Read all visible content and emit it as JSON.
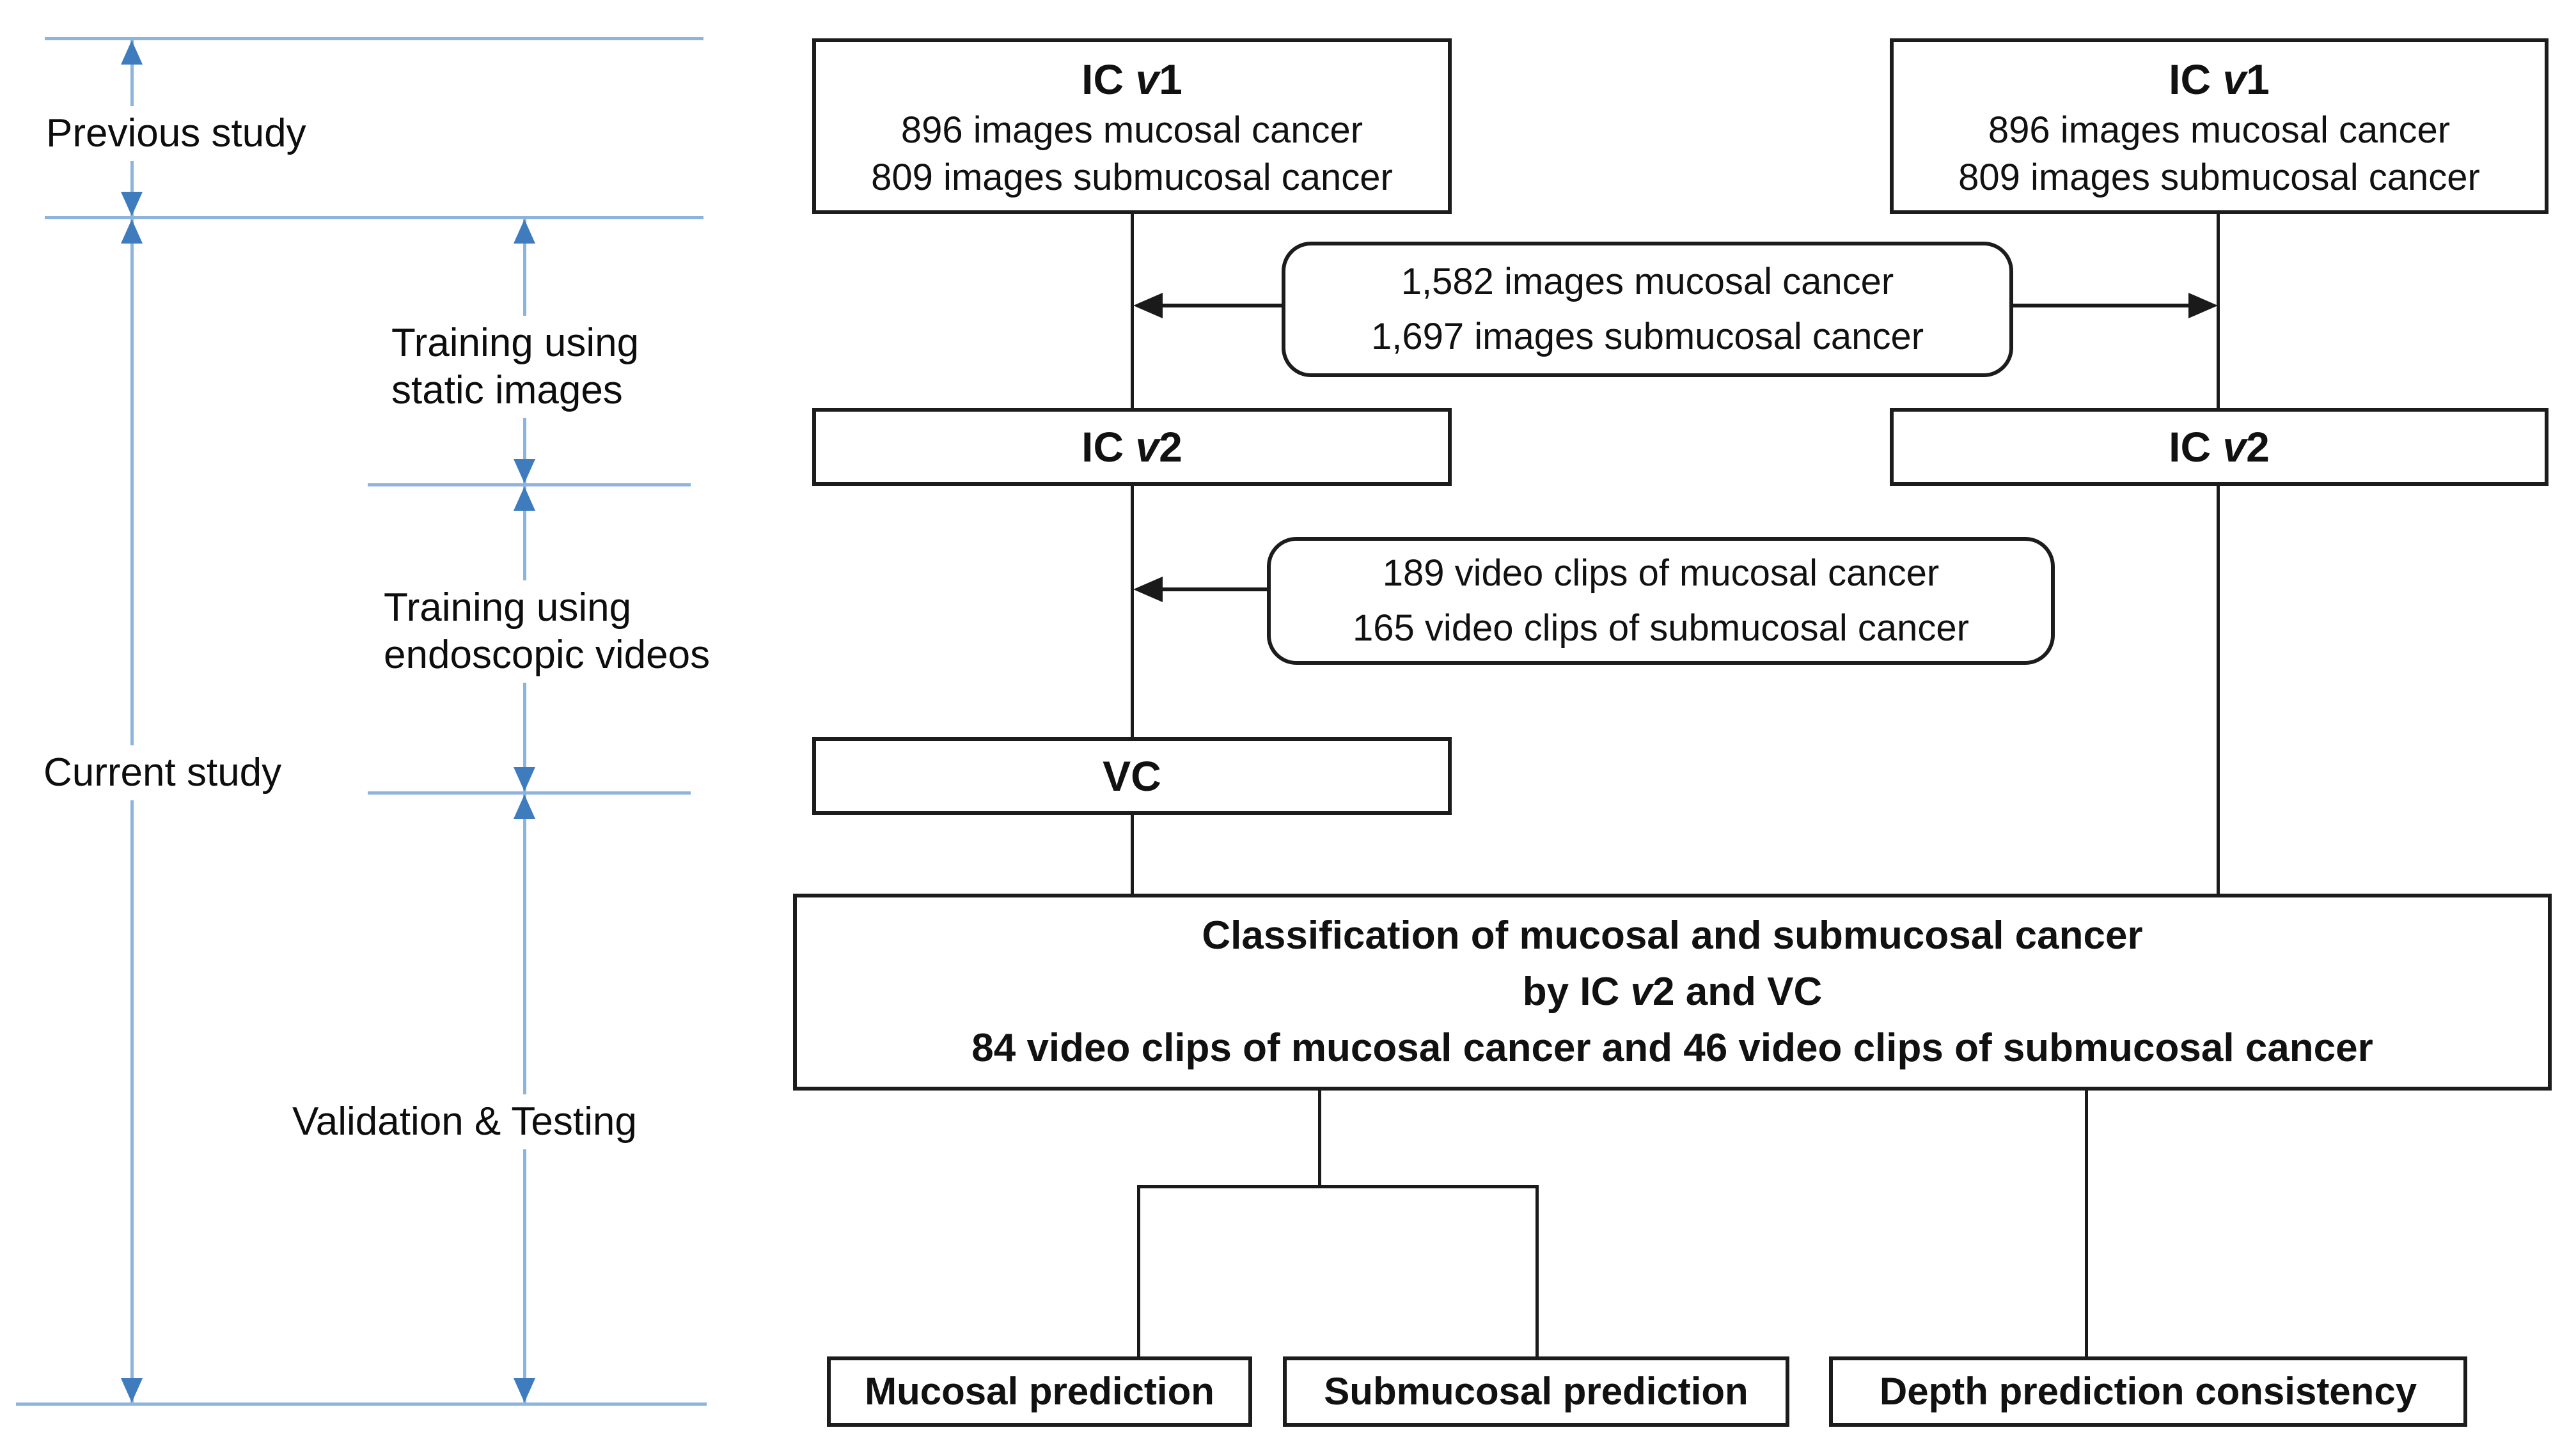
{
  "colors": {
    "timeline_line": "#8DB4DD",
    "timeline_arrow": "#3E7CBE",
    "flow_line": "#1a1a1a"
  },
  "timeline": {
    "previous_study": "Previous study",
    "current_study": "Current study",
    "training_static": {
      "line1": "Training using",
      "line2": "static images"
    },
    "training_videos": {
      "line1": "Training using",
      "line2": "endoscopic videos"
    },
    "validation_testing": "Validation & Testing"
  },
  "flowchart": {
    "ic_v1": {
      "title_pre": "IC ",
      "title_v": "v",
      "title_num": "1",
      "line1": "896 images mucosal cancer",
      "line2": "809 images submucosal cancer"
    },
    "ic_v2": {
      "title_pre": "IC ",
      "title_v": "v",
      "title_num": "2"
    },
    "vc": {
      "title": "VC"
    },
    "rounded_images": {
      "line1": "1,582 images mucosal cancer",
      "line2": "1,697 images submucosal cancer"
    },
    "rounded_videos": {
      "line1": "189 video clips of mucosal cancer",
      "line2": "165 video clips of submucosal cancer"
    },
    "classification": {
      "line1": "Classification of mucosal and submucosal cancer",
      "line2_pre": "by IC ",
      "line2_v": "v",
      "line2_post": "2 and VC",
      "line3": "84 video clips of mucosal cancer and 46 video clips of submucosal cancer"
    },
    "outputs": {
      "mucosal": "Mucosal prediction",
      "submucosal": "Submucosal prediction",
      "depth": "Depth prediction consistency"
    }
  }
}
